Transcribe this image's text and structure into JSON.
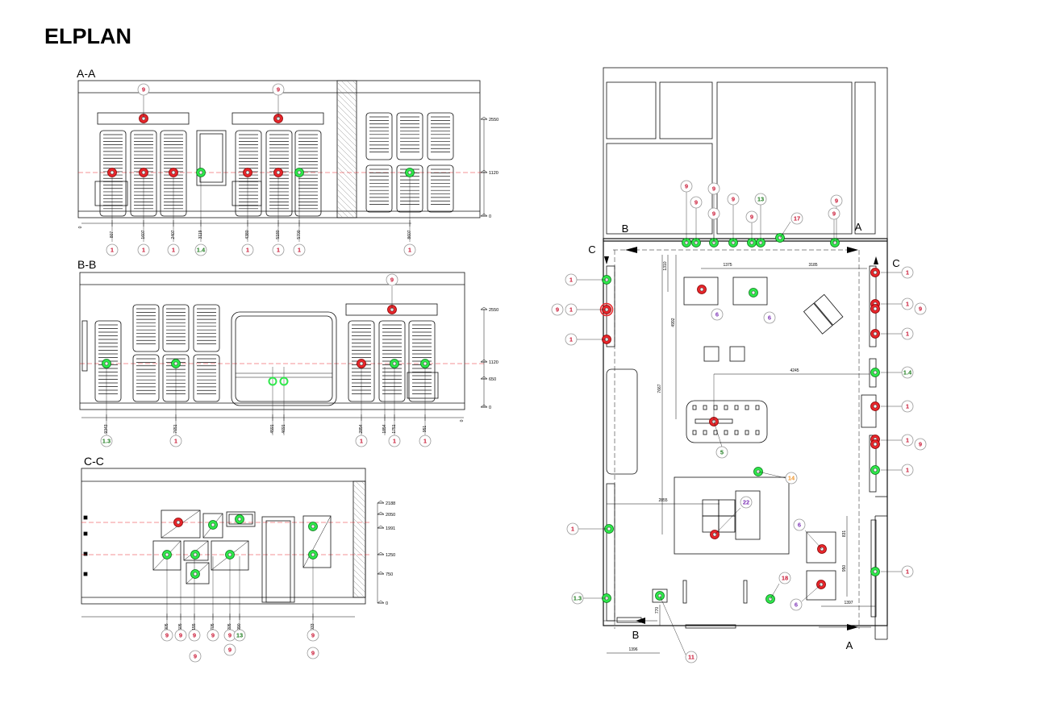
{
  "title": "ELPLAN",
  "colors": {
    "red": "#e8262b",
    "green": "#2ee84a",
    "label_red": "#c8102e",
    "label_green": "#1a7a1a",
    "label_purple": "#7b2fb5",
    "label_orange": "#f0942a",
    "line": "#111111"
  },
  "views": {
    "aa": {
      "label": "A-A",
      "heights": [
        "2550",
        "1120",
        "0"
      ],
      "dims": [
        "807",
        "1607",
        "2407",
        "3119",
        "4380",
        "5180",
        "5700",
        "8607"
      ],
      "tags": [
        "1",
        "1",
        "1",
        "1.4",
        "1",
        "1",
        "1",
        "1"
      ],
      "top_tags": [
        "9",
        "9"
      ]
    },
    "bb": {
      "label": "B-B",
      "heights": [
        "2550",
        "1120",
        "650",
        "0"
      ],
      "dims": [
        "9343",
        "7651",
        "4591",
        "4691",
        "2854",
        "1854",
        "1751",
        "951"
      ],
      "tags": [
        "1.3",
        "1",
        "1",
        "1",
        "1"
      ],
      "top_tags": [
        "9"
      ]
    },
    "cc": {
      "label": "C-C",
      "heights": [
        "2188",
        "2050",
        "1991",
        "1250",
        "750",
        "0"
      ],
      "dims": [
        "4905",
        "4505",
        "4155",
        "3705",
        "3205",
        "2990",
        "7033"
      ],
      "tags_row1": [
        "9",
        "9",
        "9",
        "9",
        "9",
        "13",
        "9"
      ],
      "tags_row2": [
        "9",
        "9",
        "9"
      ]
    },
    "plan": {
      "section_markers": [
        "B",
        "A",
        "C",
        "C",
        "B",
        "A"
      ],
      "dims": [
        "1310",
        "1375",
        "3185",
        "4992",
        "4245",
        "7667",
        "2855",
        "831",
        "950",
        "1397",
        "770",
        "1396"
      ],
      "top_tags": [
        "9",
        "9",
        "9",
        "9",
        "9",
        "9",
        "13",
        "9",
        "9",
        "17"
      ],
      "left_tags": [
        "1",
        "9",
        "1",
        "1",
        "1",
        "1.3"
      ],
      "right_tags": [
        "1",
        "1",
        "9",
        "1",
        "1.4",
        "1",
        "1",
        "9",
        "1",
        "1"
      ],
      "inner_tags": [
        "6",
        "6",
        "5",
        "14",
        "22",
        "6",
        "18",
        "6",
        "11"
      ]
    }
  }
}
